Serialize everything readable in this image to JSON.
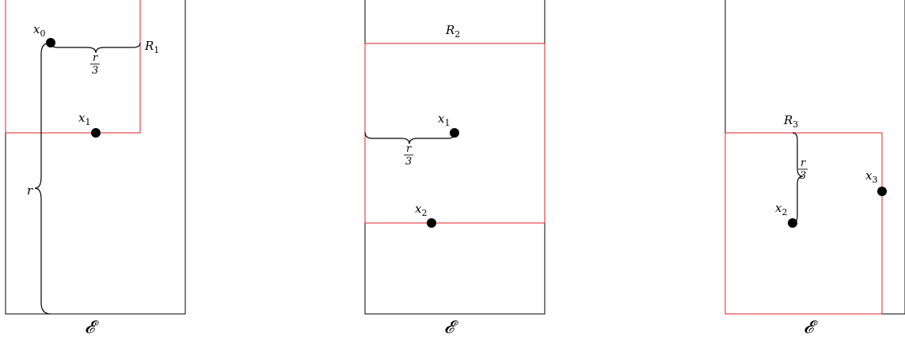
{
  "colors": {
    "outline": "#000000",
    "region": "#e02020",
    "point": "#000000"
  },
  "panels": [
    {
      "bottom_label": "𝓔",
      "region_label": {
        "name": "R",
        "sub": "1"
      },
      "points": [
        {
          "name": "x",
          "sub": "0"
        },
        {
          "name": "x",
          "sub": "1"
        }
      ],
      "brace_r_third": {
        "num": "r",
        "den": "3"
      },
      "brace_r": "r"
    },
    {
      "bottom_label": "𝓔",
      "region_label": {
        "name": "R",
        "sub": "2"
      },
      "points": [
        {
          "name": "x",
          "sub": "1"
        },
        {
          "name": "x",
          "sub": "2"
        }
      ],
      "brace_r_third": {
        "num": "r",
        "den": "3"
      }
    },
    {
      "bottom_label": "𝓔",
      "region_label": {
        "name": "R",
        "sub": "3"
      },
      "points": [
        {
          "name": "x",
          "sub": "2"
        },
        {
          "name": "x",
          "sub": "3"
        }
      ],
      "brace_r_third": {
        "num": "r",
        "den": "3"
      }
    }
  ]
}
